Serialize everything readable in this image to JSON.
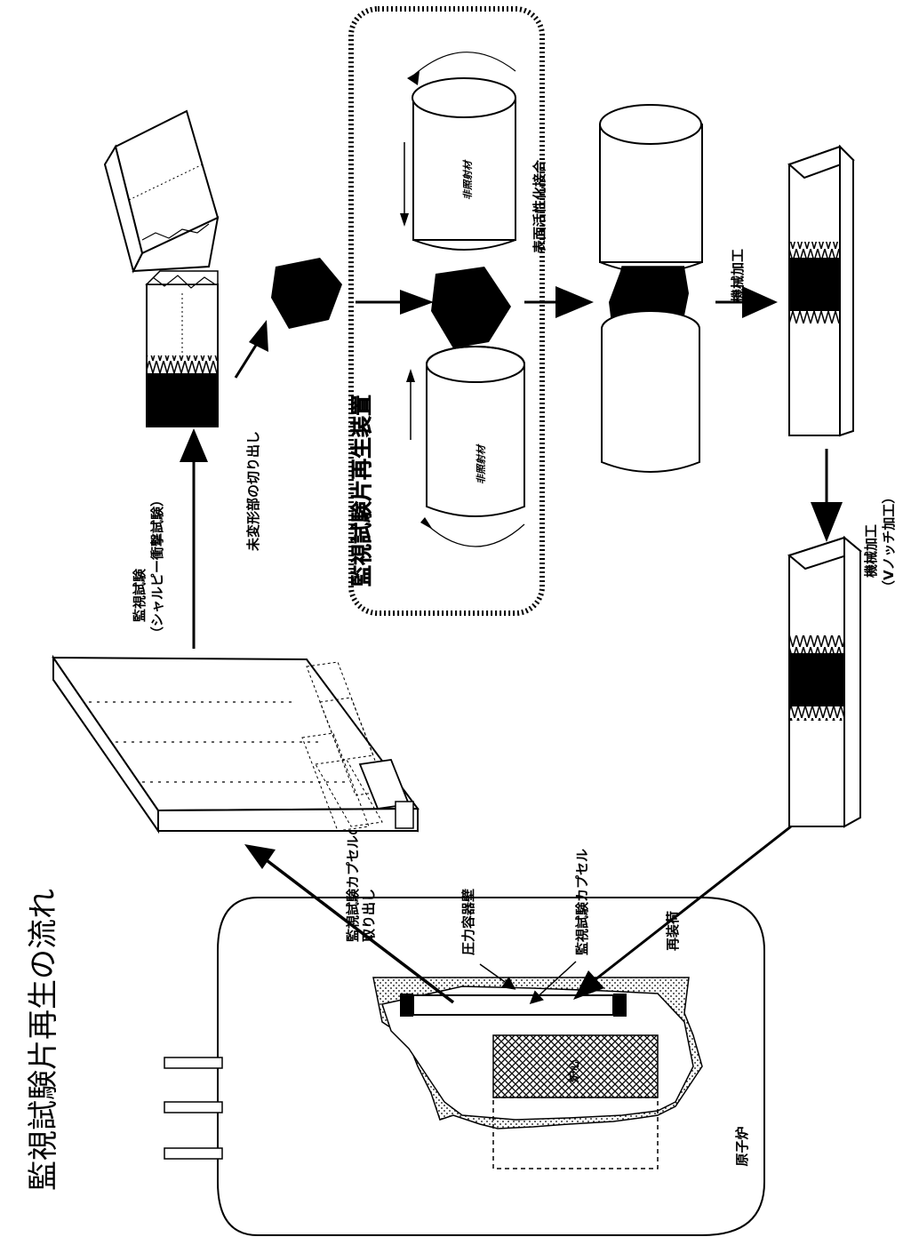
{
  "title": "監視試験片再生の流れ",
  "labels": {
    "reactor": "原子炉",
    "pressure_vessel_wall": "圧力容器壁",
    "surveillance_capsule": "監視試験カプセル",
    "capsule_removal_line1": "監視試験カプセルの",
    "capsule_removal_line2": "取り出し",
    "reload": "再装荷",
    "surveillance_test_line1": "監視試験",
    "surveillance_test_line2": "（シャルピー衝撃試験）",
    "cut_undeformed": "未変形部の切り出し",
    "apparatus": "監視試験片再生装置",
    "unirradiated_1": "非照射材",
    "unirradiated_2": "非照射材",
    "surface_activated_bonding": "表面活性化接合",
    "machining": "機械加工",
    "machining_vnotch_line1": "機械加工",
    "machining_vnotch_line2": "（Vノッチ加工）",
    "core": "炉心"
  },
  "colors": {
    "ink": "#000000",
    "paper": "#ffffff"
  }
}
